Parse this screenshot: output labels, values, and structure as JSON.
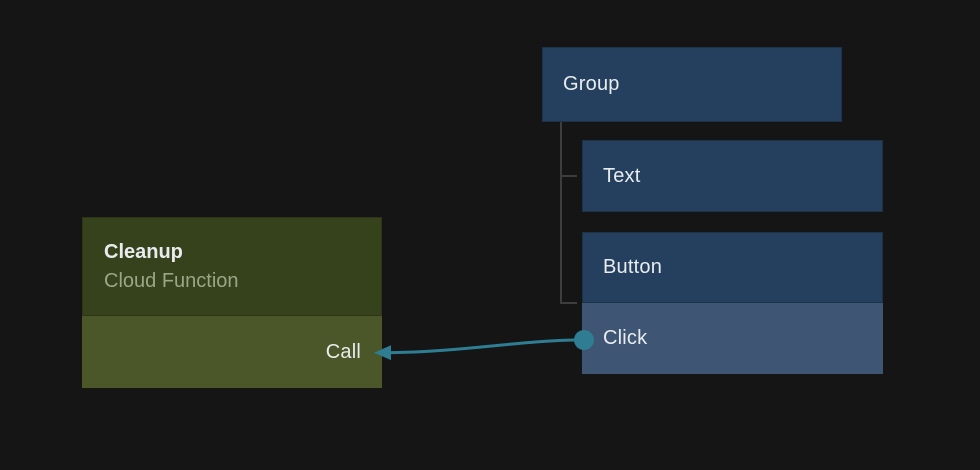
{
  "canvas": {
    "description": "node-graph editor canvas"
  },
  "nodes": {
    "group": {
      "label": "Group"
    },
    "text": {
      "label": "Text"
    },
    "button": {
      "label": "Button",
      "event": {
        "label": "Click"
      }
    },
    "cleanup": {
      "title": "Cleanup",
      "subtitle": "Cloud Function",
      "action": {
        "label": "Call"
      }
    }
  },
  "edge": {
    "from": "button-click-event",
    "to": "cleanup-call-action"
  },
  "colors": {
    "background": "#151515",
    "node_blue": "#24405e",
    "node_blue_active": "#3e5573",
    "node_olive": "#36421c",
    "node_olive_light": "#4c5729",
    "edge_teal": "#2e7d92",
    "connector_gray": "#3d3d3d",
    "text_primary": "#e9ecef",
    "text_muted": "#9aa685"
  }
}
